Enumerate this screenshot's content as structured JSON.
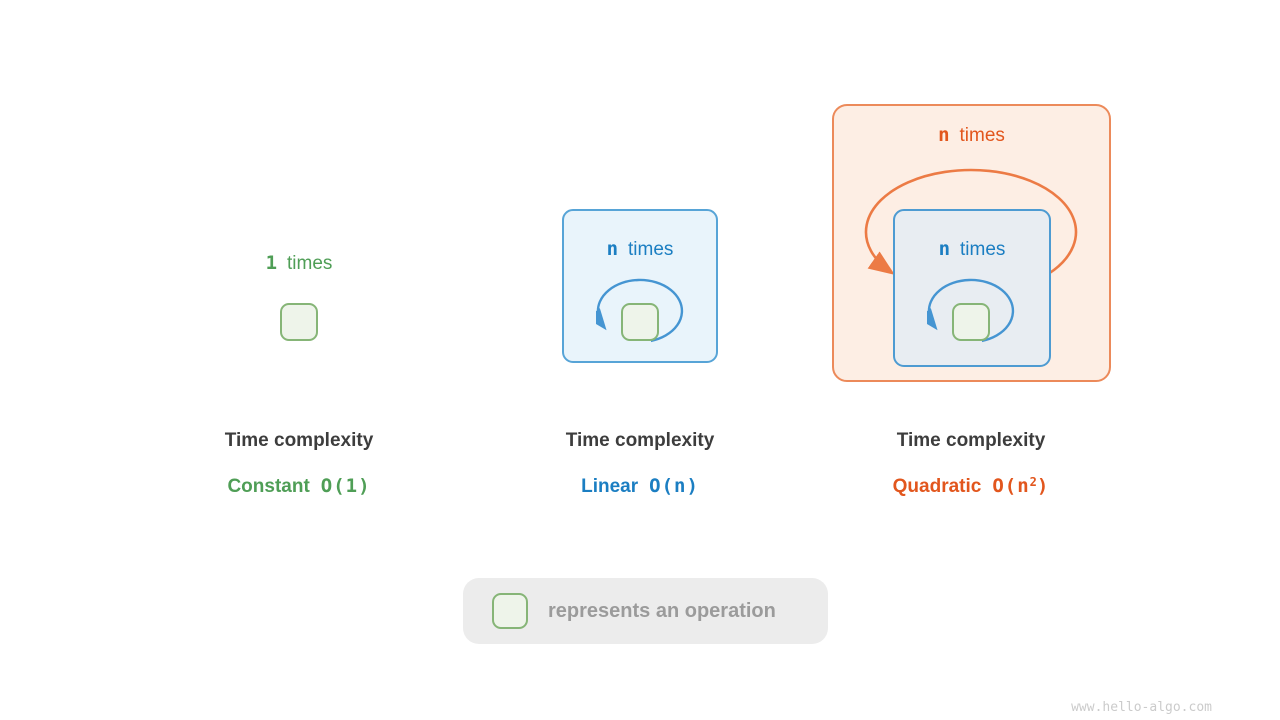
{
  "columns": {
    "constant": {
      "loop_count": "1",
      "loop_word": "times",
      "title": "Time complexity",
      "complexity_name": "Constant",
      "complexity_notation": "O(1)",
      "accent_color": "#4f9e56"
    },
    "linear": {
      "loop_count": "n",
      "loop_word": "times",
      "title": "Time complexity",
      "complexity_name": "Linear",
      "complexity_notation": "O(n)",
      "accent_color": "#1b7ec2"
    },
    "quadratic": {
      "outer_loop_count": "n",
      "outer_loop_word": "times",
      "inner_loop_count": "n",
      "inner_loop_word": "times",
      "title": "Time complexity",
      "complexity_name": "Quadratic",
      "notation_prefix": "O(n",
      "notation_exponent": "2",
      "notation_suffix": ")",
      "accent_color": "#e2561d"
    }
  },
  "legend": {
    "label": "represents an operation",
    "icon": "operation-box"
  },
  "page": {
    "watermark": "www.hello-algo.com"
  },
  "colors": {
    "green": "#4f9e56",
    "green_box_border": "#86b577",
    "green_box_fill": "#eef4ea",
    "blue": "#1b7ec2",
    "blue_frame_border": "#57a4d7",
    "blue_frame_fill": "#e9f4fb",
    "inner_frame_fill": "#e8edf2",
    "orange": "#e2561d",
    "orange_frame_border": "#ec8a5a",
    "orange_frame_fill": "#fdeee4",
    "title_text": "#3d3d3d",
    "legend_bg": "#ececec",
    "legend_text": "#9b9b9b",
    "watermark": "#cbcbcb"
  }
}
